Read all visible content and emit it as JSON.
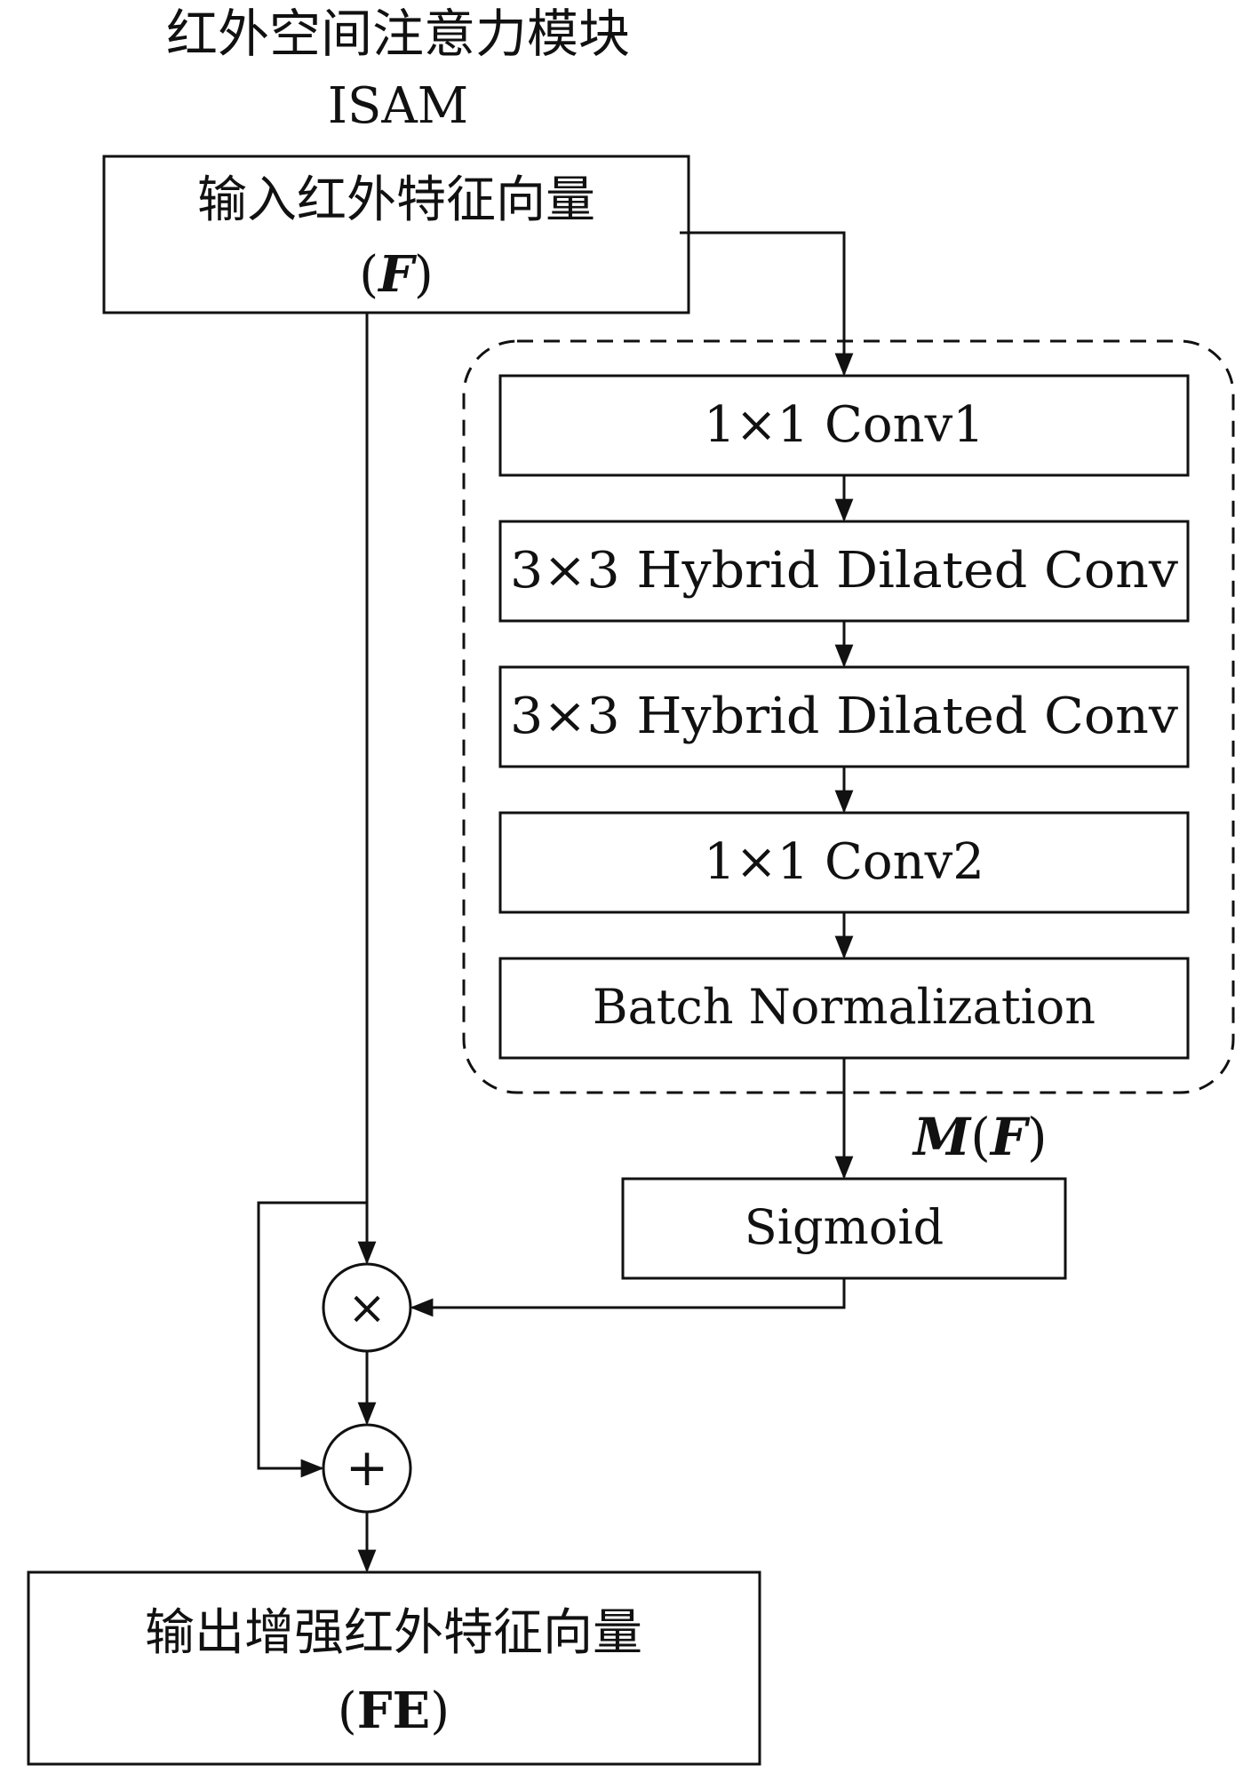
{
  "title": {
    "line1": "红外空间注意力模块",
    "line2": "ISAM"
  },
  "input": {
    "line1": "输入红外特征向量",
    "symbol": "F"
  },
  "pipeline": {
    "conv1": "1×1 Conv1",
    "hdc1": "3×3 Hybrid Dilated Conv",
    "hdc2": "3×3 Hybrid Dilated Conv",
    "conv2": "1×1 Conv2",
    "bn": "Batch Normalization"
  },
  "mf_label": {
    "m": "M",
    "f": "F"
  },
  "sigmoid": "Sigmoid",
  "ops": {
    "multiply": "×",
    "add": "+"
  },
  "output": {
    "line1": "输出增强红外特征向量",
    "symbol": "FE"
  }
}
